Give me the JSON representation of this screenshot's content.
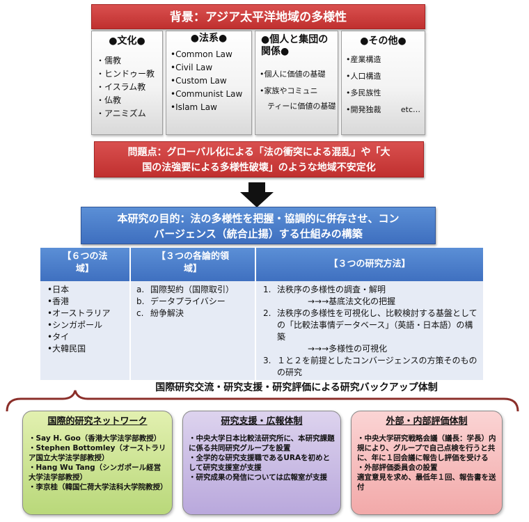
{
  "background": {
    "title": "背景：アジア太平洋地域の多様性",
    "culture": {
      "title": "●文化●",
      "items": [
        "・儒教",
        "・ヒンドゥー教",
        "・イスラム教",
        "・仏教",
        "・アニミズム"
      ]
    },
    "legal": {
      "title": "●法系●",
      "items": [
        "•Common Law",
        "•Civil Law",
        "•Custom Law",
        "•Communist Law",
        "•Islam Law"
      ]
    },
    "individual": {
      "title_line1": "●個人と集団の",
      "title_line2": "関係●",
      "items": [
        "•個人に価値の基礎",
        "•家族やコミュニ",
        "　ティーに価値の基礎"
      ]
    },
    "other": {
      "title": "●その他●",
      "items": [
        "•産業構造",
        "•人口構造",
        "•多民族性",
        "•開発独裁"
      ],
      "etc": "etc…"
    }
  },
  "problem": {
    "line1": "問題点：グローバル化による「法の衝突による混乱」や「大",
    "line2": "国の法強要による多様性破壊」のような地域不安定化"
  },
  "goal": {
    "line1": "本研究の目的：法の多様性を把握・協調的に併存させ、コン",
    "line2": "バージェンス（統合止揚）する仕組みの構築"
  },
  "table": {
    "header1": {
      "line1": "【６つの法",
      "line2": "域】"
    },
    "header2": {
      "line1": "【３つの各論的領",
      "line2": "域】"
    },
    "header3": "【３つの研究方法】",
    "regions": [
      "•日本",
      "•香港",
      "•オーストラリア",
      "•シンガポール",
      "•タイ",
      "•大韓民国"
    ],
    "fields": [
      {
        "num": "a.",
        "text": "国際契約（国際取引）"
      },
      {
        "num": "b.",
        "text": "データプライバシー"
      },
      {
        "num": "c.",
        "text": "紛争解決"
      }
    ],
    "methods": {
      "m1_num": "1.",
      "m1": "法秩序の多様性の調査・解明",
      "m1_arrow": "→→→基底法文化の把握",
      "m2_num": "2.",
      "m2": "法秩序の多様性を可視化し、比較検討する基盤としての「比較法事情データベース」（英語・日本語）の構築",
      "m2_arrow": "→→→多様性の可視化",
      "m3_num": "3.",
      "m3": "１と２を前提としたコンバージェンスの方策そのものの研究"
    }
  },
  "backup_title": "国際研究交流・研究支援・研究評価による研究バックアップ体制",
  "network": {
    "title": "国際的研究ネットワーク",
    "items": [
      "・Say H. Goo（香港大学法学部教授）",
      "・Stephen Bottomley（オーストラリア国立大学法学部教授）",
      "・Hang Wu Tang（シンガポール経営大学法学部教授）",
      "・李京桂（韓国仁荷大学法科大学院教授）"
    ]
  },
  "support": {
    "title": "研究支援・広報体制",
    "items": [
      "・中央大学日本比較法研究所に、本研究課題に係る共同研究グループを設置",
      "・全学的な研究支援職であるURAを初めとして研究支援室が支援",
      "・研究成果の発信については広報室が支援"
    ]
  },
  "evaluation": {
    "title": "外部・内部評価体制",
    "items": [
      "・中央大学研究戦略会議（議長：学長）内規により、グループで自己点検を行うと共に、年に１回会議に報告し評価を受ける",
      "・外部評価委員会の設置",
      "適宜意見を求め、最低年１回、報告書を送付"
    ]
  },
  "colors": {
    "red": "#c9403e",
    "blue": "#4a7dcb",
    "cell": "#e6ebf5",
    "green": "#c8e08e",
    "purple": "#c8bbe4",
    "pink": "#f6bcbc",
    "brace": "#8b2f2a"
  }
}
